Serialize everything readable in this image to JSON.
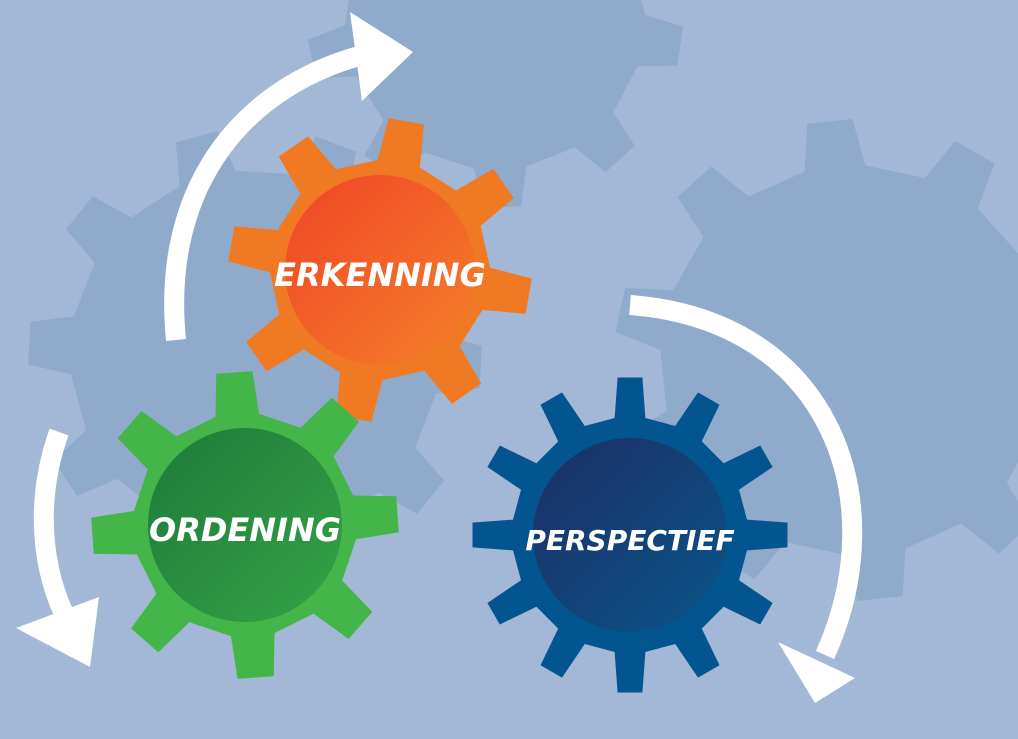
{
  "colors": {
    "background": "#a3b8d6",
    "background_gears": "#8faacb",
    "arrows": "#ffffff",
    "label_text": "#ffffff"
  },
  "gears": {
    "erkenning": {
      "label": "ERKENNING",
      "outer_color": "#f07a24",
      "inner_color_start": "#ef4526",
      "inner_color_end": "#f5802a"
    },
    "ordening": {
      "label": "ORDENING",
      "outer_color": "#44b549",
      "inner_color_start": "#1d7a3a",
      "inner_color_end": "#36a346"
    },
    "perspectief": {
      "label": "PERSPECTIEF",
      "outer_color": "#03558f",
      "inner_color_start": "#1c2f66",
      "inner_color_end": "#0a5489"
    }
  },
  "arrows": [
    "arrow-top-left",
    "arrow-right",
    "arrow-bottom-left"
  ]
}
